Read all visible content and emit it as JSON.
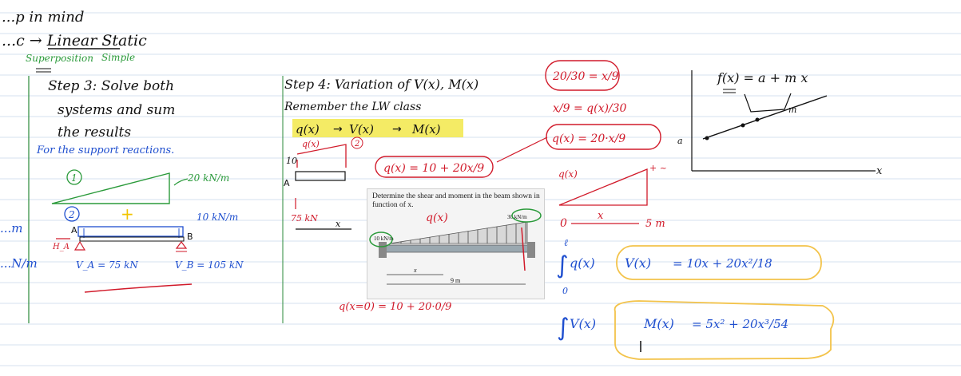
{
  "notes": {
    "header_line1": "...p in mind",
    "header_line2": "...c → Linear Static",
    "header_sub1": "Superposition",
    "header_sub2": "Simple",
    "left_fragment1": "...m",
    "left_fragment2": "...N/m",
    "step3": {
      "line1": "Step 3: Solve both",
      "line2": "systems and sum",
      "line3": "the results",
      "reactions_note": "For the support reactions.",
      "system1_marker": "1",
      "system1_load": "20 kN/m",
      "system2_marker": "2",
      "system2_load": "10 kN/m",
      "plus_sign": "+",
      "support_a": "A",
      "support_b": "B",
      "horizontal_reaction": "H_A",
      "reaction_a": "V_A = 75 kN",
      "reaction_b": "V_B = 105 kN"
    },
    "step4": {
      "title": "Step 4: Variation of V(x), M(x)",
      "reminder": "Remember the LW class",
      "chain": [
        "q(x)",
        "V(x)",
        "M(x)"
      ],
      "q_label": "q(x)",
      "load_start": "10",
      "support_a": "A",
      "reaction": "75 kN",
      "x_axis": "x",
      "q_formula": "q(x) = 10 + 20x/9",
      "q_at_zero": "q(x=0) = 10 + 20·0/9",
      "q_textbook": "q(x)"
    },
    "textbook": {
      "problem_text": "Determine the shear and moment in the beam shown in function of x.",
      "load_left": "10 kN/m",
      "load_right": "30 kN/m",
      "span": "9 m",
      "x_label": "x"
    },
    "right": {
      "ratio1": "20/30 = x/9",
      "ratio2": "x/9 = q(x)/30",
      "q_formula": "q(x) = 20·x/9",
      "triangle_q": "q(x)",
      "triangle_plus": "+ ~",
      "triangle_base_start": "0",
      "triangle_x": "x",
      "triangle_base_end": "5 m",
      "int_upper": "ℓ",
      "int_lower": "0",
      "v_eq_lhs": "q(x)",
      "v_eq_mid": "V(x)",
      "v_eq_rhs": "= 10x + 20x²/18",
      "m_eq_lhs": "V(x)",
      "m_eq_mid": "M(x)",
      "m_eq_rhs": "= 5x² + 20x³/54"
    },
    "linear": {
      "formula": "f(x) = a + m x",
      "slope_label": "m",
      "intercept_label": "a",
      "x_axis": "x"
    }
  },
  "colors": {
    "paper": "#ffffff",
    "rule_line": "#c7d6ea",
    "margin_line": "#6aa84f",
    "ink_black": "#111111",
    "ink_blue": "#1f4fcf",
    "ink_red": "#d11a2a",
    "ink_green": "#2a9a3a",
    "ink_teal": "#1c8a5a",
    "highlight_yellow": "#f2e84a",
    "highlight_orange": "#f3c34a"
  }
}
